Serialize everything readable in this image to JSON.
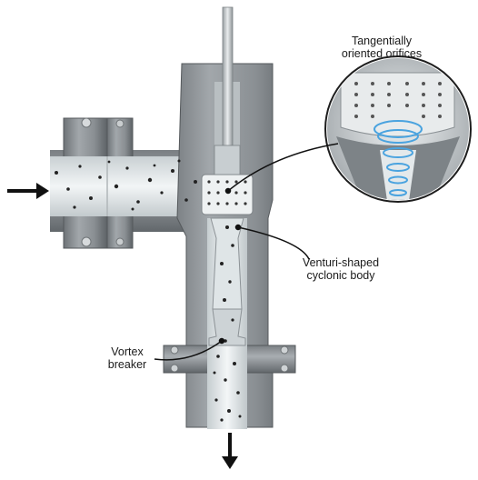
{
  "labels": {
    "orifices": {
      "line1": "Tangentially",
      "line2": "oriented orifices"
    },
    "venturi": {
      "line1": "Venturi-shaped",
      "line2": "cyclonic body"
    },
    "vortex": {
      "line1": "Vortex",
      "line2": "breaker"
    }
  },
  "icons": {
    "inlet_arrow": "arrow-right-icon",
    "outlet_arrow": "arrow-down-icon"
  },
  "colors": {
    "body_steel": "#8c9094",
    "body_dark": "#5f6468",
    "flow_channel": "#e3e8ea",
    "particles": "#222222",
    "swirl": "#4aa3df"
  }
}
